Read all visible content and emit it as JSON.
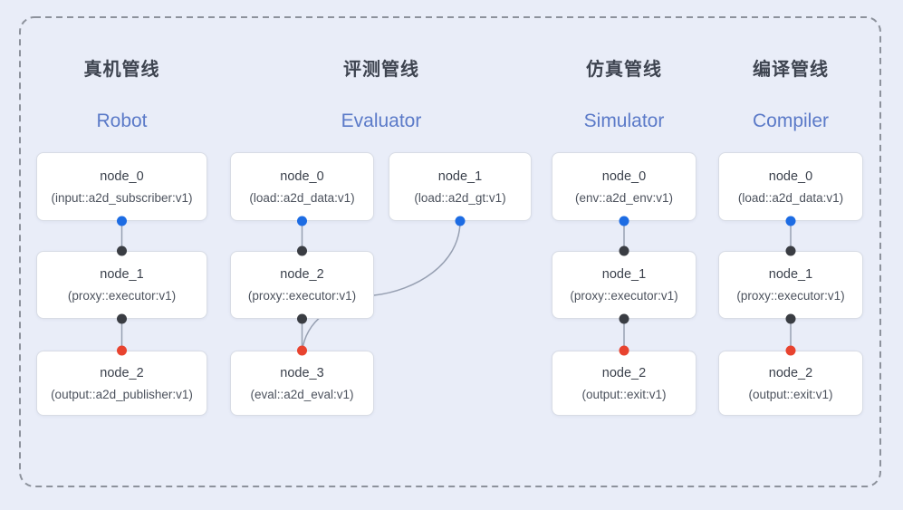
{
  "diagram": {
    "background": "#e9edf8",
    "frame_color": "#8d929c"
  },
  "colors": {
    "edge": "#97a0b2",
    "port_source": "#1d6ce3",
    "port_mid": "#3a3d43",
    "port_sink": "#e8432f",
    "title_zh": "#3e4450",
    "title_en": "#5b7ac8"
  },
  "pipelines": [
    {
      "title_zh": "真机管线",
      "title_en": "Robot",
      "nodes": [
        {
          "name": "node_0",
          "type": "(input::a2d_subscriber:v1)"
        },
        {
          "name": "node_1",
          "type": "(proxy::executor:v1)"
        },
        {
          "name": "node_2",
          "type": "(output::a2d_publisher:v1)"
        }
      ]
    },
    {
      "title_zh": "评测管线",
      "title_en": "Evaluator",
      "nodes": [
        {
          "name": "node_0",
          "type": "(load::a2d_data:v1)"
        },
        {
          "name": "node_1",
          "type": "(load::a2d_gt:v1)"
        },
        {
          "name": "node_2",
          "type": "(proxy::executor:v1)"
        },
        {
          "name": "node_3",
          "type": "(eval::a2d_eval:v1)"
        }
      ]
    },
    {
      "title_zh": "仿真管线",
      "title_en": "Simulator",
      "nodes": [
        {
          "name": "node_0",
          "type": "(env::a2d_env:v1)"
        },
        {
          "name": "node_1",
          "type": "(proxy::executor:v1)"
        },
        {
          "name": "node_2",
          "type": "(output::exit:v1)"
        }
      ]
    },
    {
      "title_zh": "编译管线",
      "title_en": "Compiler",
      "nodes": [
        {
          "name": "node_0",
          "type": "(load::a2d_data:v1)"
        },
        {
          "name": "node_1",
          "type": "(proxy::executor:v1)"
        },
        {
          "name": "node_2",
          "type": "(output::exit:v1)"
        }
      ]
    }
  ]
}
